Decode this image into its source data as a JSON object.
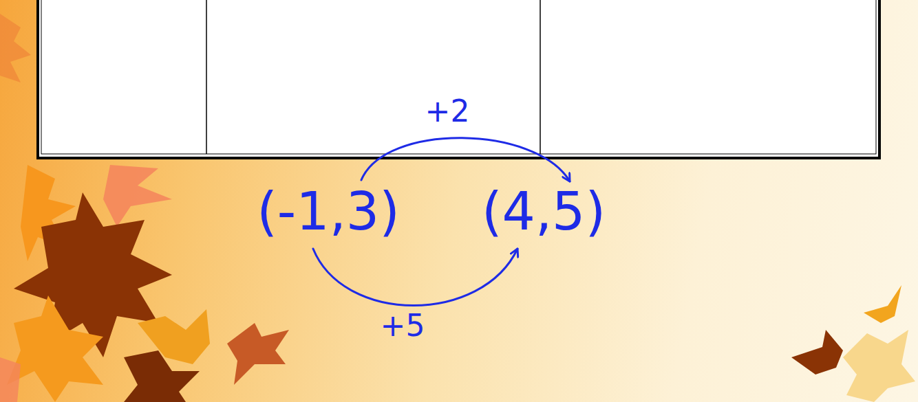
{
  "diagram": {
    "labels": [
      "+2",
      "(-1,3)",
      "(4,5)",
      "+5"
    ]
  }
}
